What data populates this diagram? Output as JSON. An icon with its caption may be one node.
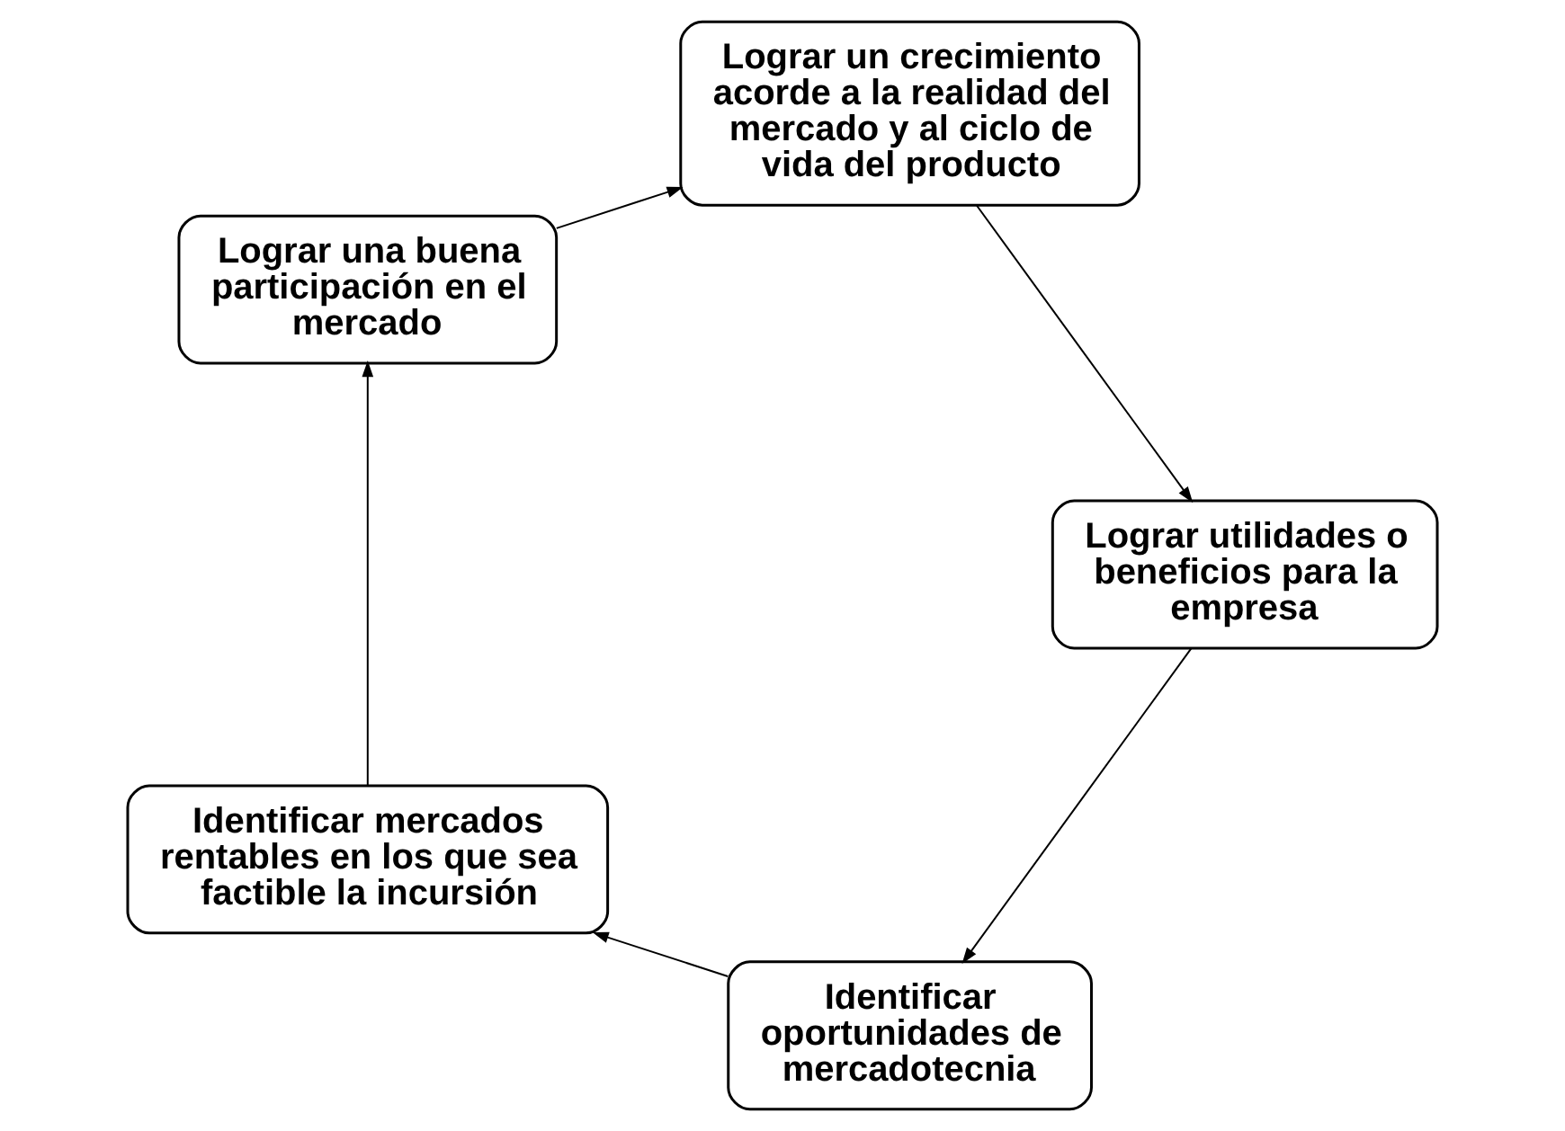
{
  "diagram": {
    "nodes": [
      {
        "text": [
          "Identificar oportunidades de mercadotecnia"
        ]
      },
      {
        "text": [
          "Identificar mercados rentables en los que sea factible la incursión"
        ]
      },
      {
        "text": [
          "Lograr una buena participación en el mercado"
        ]
      },
      {
        "text": [
          "Lograr un crecimiento acorde a la realidad del mercado y al ciclo de vida del producto"
        ]
      },
      {
        "text": [
          "Lograr utilidades o beneficios para la empresa"
        ]
      }
    ],
    "edges": [
      {
        "from": 0,
        "to": 1,
        "arrow": "to"
      },
      {
        "from": 1,
        "to": 2,
        "arrow": "to"
      },
      {
        "from": 2,
        "to": 3,
        "arrow": "to"
      },
      {
        "from": 3,
        "to": 4,
        "arrow": "to"
      },
      {
        "from": 4,
        "to": 0,
        "arrow": "to"
      }
    ]
  }
}
